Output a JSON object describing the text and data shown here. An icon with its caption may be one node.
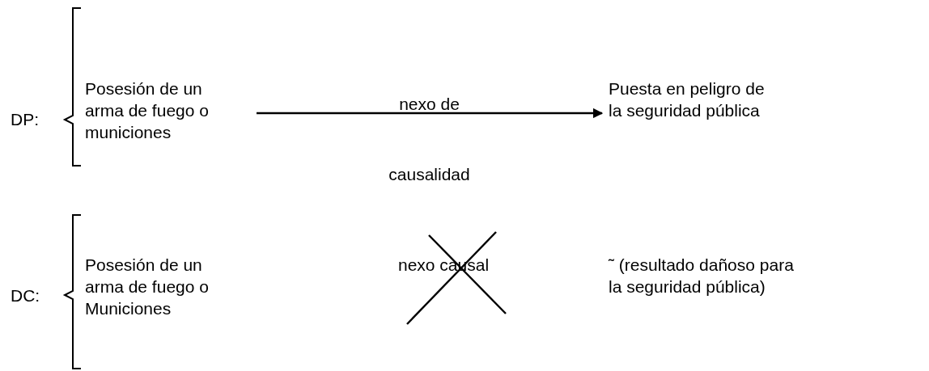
{
  "diagram": {
    "nodes": [
      {
        "text": [
          "Posesión de un arma de fuego o municiones"
        ]
      },
      {
        "text": [
          "Puesta en peligro de la seguridad pública"
        ]
      },
      {
        "text": [
          "Posesión de un arma de fuego o Municiones"
        ]
      },
      {
        "text": [
          "˜ (resultado dañoso para la seguridad pública)"
        ]
      }
    ],
    "edges": [
      {
        "from": 0,
        "to": 1,
        "arrow": "to",
        "label": "nexo de causalidad"
      }
    ],
    "labels": [
      "DP:",
      "DC:",
      "nexo causal"
    ]
  }
}
